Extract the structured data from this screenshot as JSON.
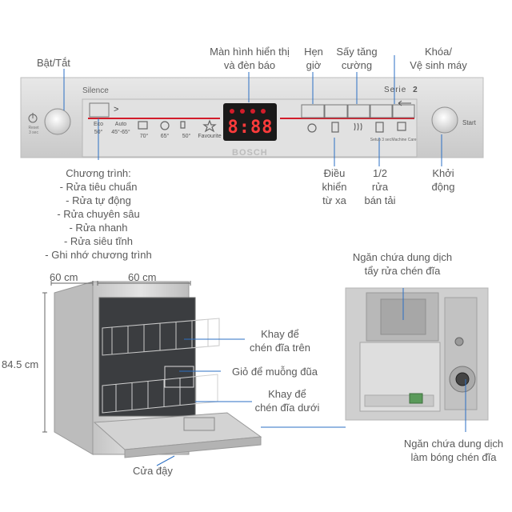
{
  "top_labels": {
    "power": "Bật/Tắt",
    "display": [
      "Màn hình hiển thị",
      "và đèn báo"
    ],
    "timer": [
      "Hẹn",
      "giờ"
    ],
    "dry": [
      "Sấy tăng",
      "cường"
    ],
    "lock": [
      "Khóa/",
      "Vệ sinh máy"
    ]
  },
  "panel": {
    "silence": "Silence",
    "series": "Serie",
    "series_num": "2",
    "chevron": ">",
    "display_digits": "8:88",
    "brand": "BOSCH",
    "power_caption": "Reset\n3 sec",
    "start": "Start",
    "programs": [
      {
        "name": "Eco",
        "temp": "50°"
      },
      {
        "name": "Auto",
        "temp": "45°-65°"
      },
      {
        "name": "",
        "temp": "70°"
      },
      {
        "name": "",
        "temp": "65°"
      },
      {
        "name": "",
        "temp": "50°"
      },
      {
        "name": "",
        "temp": "Favourite"
      }
    ],
    "option_captions": [
      "",
      "",
      "",
      "Setup 3 sec",
      "Machine Care"
    ]
  },
  "mid_labels": {
    "programs_title": "Chương trình:",
    "programs": [
      "- Rửa tiêu chuẩn",
      "- Rửa tự động",
      "- Rửa chuyên sâu",
      "- Rửa nhanh",
      "- Rửa siêu tĩnh",
      "- Ghi nhớ chương trình"
    ],
    "remote": [
      "Điều",
      "khiển",
      "từ xa"
    ],
    "half_load": [
      "1/2",
      "rửa",
      "bán tải"
    ],
    "start": [
      "Khởi",
      "động"
    ]
  },
  "dimensions": {
    "depth": "60 cm",
    "width": "60 cm",
    "height": "84.5 cm"
  },
  "bottom_labels": {
    "upper_rack": [
      "Khay để",
      "chén đĩa trên"
    ],
    "cutlery": "Giỏ để muỗng đũa",
    "lower_rack": [
      "Khay để",
      "chén đĩa dưới"
    ],
    "door": "Cửa đậy",
    "detergent": [
      "Ngăn chứa dung dịch",
      "tẩy rửa chén đĩa"
    ],
    "rinse_aid": [
      "Ngăn chứa dung dịch",
      "làm bóng chén đĩa"
    ]
  },
  "colors": {
    "panel": "#d6d6d6",
    "accent_red": "#d21c2a",
    "display_bg": "#1a1a1a",
    "leader_line": "#2b6fc4",
    "text": "#5a5a5a"
  }
}
